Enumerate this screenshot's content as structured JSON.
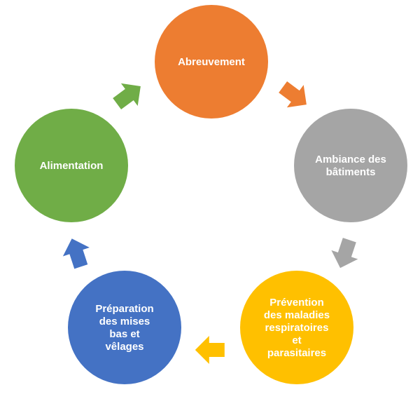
{
  "diagram": {
    "nodes": [
      {
        "id": "abreuvement",
        "lines": [
          "Abreuvement"
        ],
        "color": "#ED7D31"
      },
      {
        "id": "ambiance",
        "lines": [
          "Ambiance des",
          "bâtiments"
        ],
        "color": "#A5A5A5"
      },
      {
        "id": "prevention",
        "lines": [
          "Prévention",
          "des maladies",
          "respiratoires",
          "et",
          "parasitaires"
        ],
        "color": "#FFC000"
      },
      {
        "id": "preparation",
        "lines": [
          "Préparation",
          "des mises",
          "bas et",
          "vêlages"
        ],
        "color": "#4472C4"
      },
      {
        "id": "alimentation",
        "lines": [
          "Alimentation"
        ],
        "color": "#70AD47"
      }
    ],
    "connectors": [
      {
        "from": "abreuvement",
        "to": "ambiance",
        "color": "#ED7D31"
      },
      {
        "from": "ambiance",
        "to": "prevention",
        "color": "#A5A5A5"
      },
      {
        "from": "prevention",
        "to": "preparation",
        "color": "#FFC000"
      },
      {
        "from": "preparation",
        "to": "alimentation",
        "color": "#4472C4"
      },
      {
        "from": "alimentation",
        "to": "abreuvement",
        "color": "#70AD47"
      }
    ]
  }
}
